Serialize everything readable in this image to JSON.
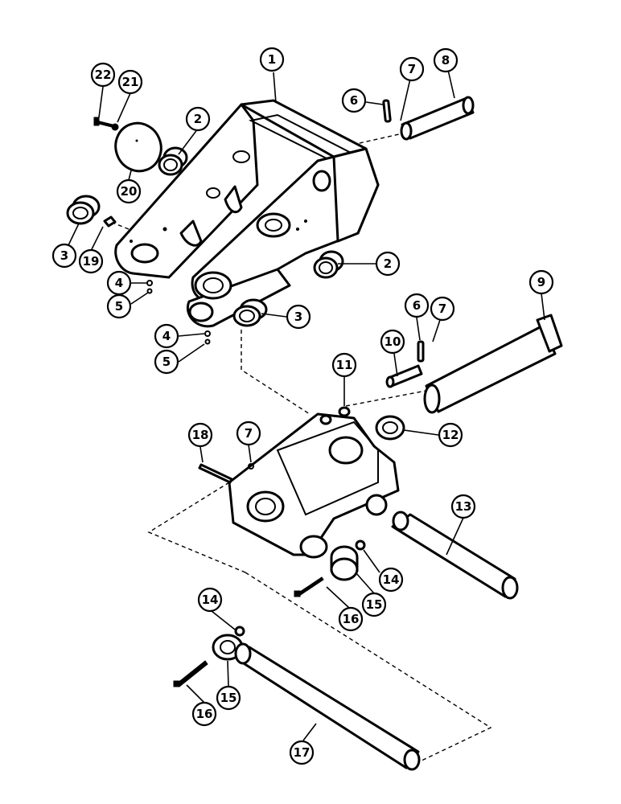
{
  "callouts": [
    {
      "label": "1"
    },
    {
      "label": "2"
    },
    {
      "label": "2"
    },
    {
      "label": "3"
    },
    {
      "label": "3"
    },
    {
      "label": "4"
    },
    {
      "label": "4"
    },
    {
      "label": "5"
    },
    {
      "label": "5"
    },
    {
      "label": "6"
    },
    {
      "label": "6"
    },
    {
      "label": "7"
    },
    {
      "label": "7"
    },
    {
      "label": "7"
    },
    {
      "label": "8"
    },
    {
      "label": "9"
    },
    {
      "label": "10"
    },
    {
      "label": "11"
    },
    {
      "label": "12"
    },
    {
      "label": "13"
    },
    {
      "label": "14"
    },
    {
      "label": "14"
    },
    {
      "label": "15"
    },
    {
      "label": "15"
    },
    {
      "label": "16"
    },
    {
      "label": "16"
    },
    {
      "label": "17"
    },
    {
      "label": "18"
    },
    {
      "label": "19"
    },
    {
      "label": "20"
    },
    {
      "label": "21"
    },
    {
      "label": "22"
    }
  ]
}
